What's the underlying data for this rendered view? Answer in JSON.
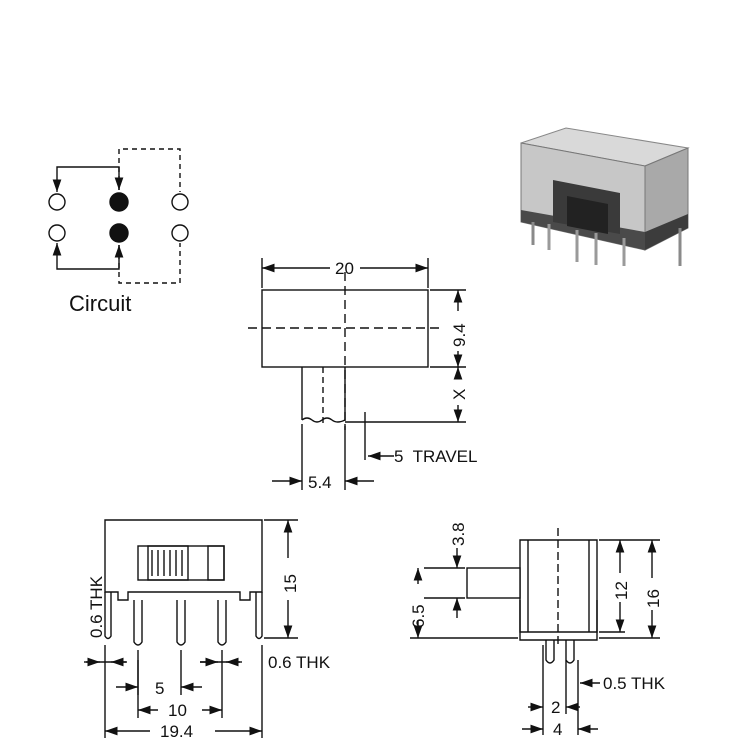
{
  "circuit": {
    "caption": "Circuit"
  },
  "top_view": {
    "width": "20",
    "height": "9.4",
    "lever_offset": "X",
    "travel": "5  TRAVEL",
    "lever_width": "5.4"
  },
  "front_view": {
    "pin_thickness_left": "0.6 THK",
    "pin_thickness_right": "0.6 THK",
    "height": "15",
    "pitch": "5",
    "outer_pitch": "10",
    "overall_width": "19.4"
  },
  "side_view": {
    "lever_height": "3.8",
    "lever_level": "6.5",
    "body_height": "12",
    "overall_height": "16",
    "pin_thickness": "0.5 THK",
    "pin_spacing": "2",
    "pin_outer": "4"
  },
  "colors": {
    "line": "#111111",
    "body_dark": "#5a5a5a",
    "body_light": "#bdbdbd"
  }
}
